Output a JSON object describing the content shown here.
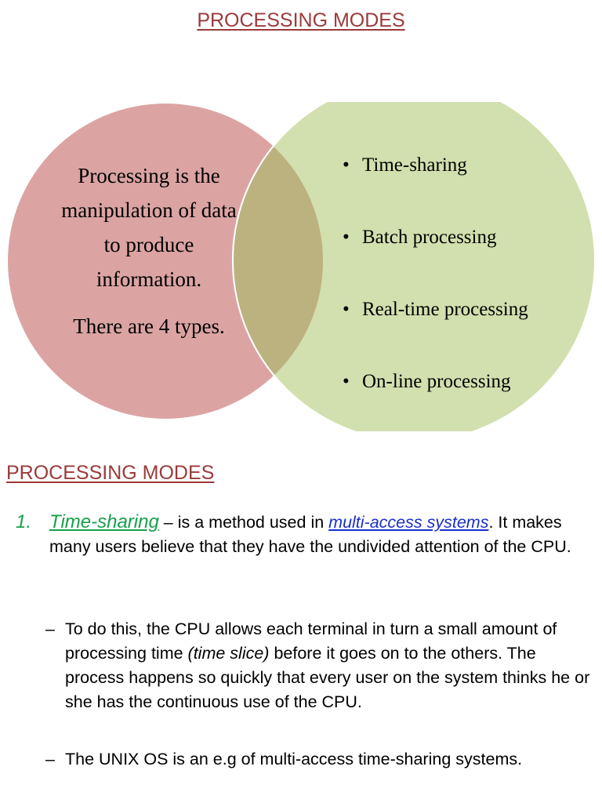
{
  "title": "PROCESSING MODES",
  "venn": {
    "left_text": [
      "Processing is the manipulation of data to produce information.",
      "There are 4 types."
    ],
    "bullets": [
      "Time-sharing",
      "Batch processing",
      "Real-time processing",
      "On-line processing"
    ],
    "colors": {
      "left": "#dba4a3",
      "right": "#d2dfae",
      "overlap": "#bcb27f"
    }
  },
  "subtitle": "PROCESSING MODES",
  "item1": {
    "number": "1.",
    "term": "Time-sharing",
    "text_before_link": " – is a method used in ",
    "link": "multi-access systems",
    "text_after_link": ". It makes many users believe that they have the undivided attention of the CPU."
  },
  "sub1": {
    "dash": "–",
    "text_before": "To do this, the CPU allows each terminal in turn a small amount of processing time ",
    "italic": "(time slice)",
    "text_after": " before it goes on to the others. The process happens so quickly that every user on the system thinks he or she has the continuous use of the CPU."
  },
  "sub2": {
    "dash": "–",
    "text": "The UNIX OS is an e.g of multi-access time-sharing systems."
  }
}
